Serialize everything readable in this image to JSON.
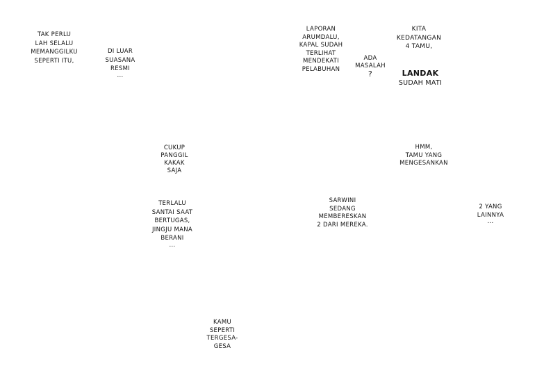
{
  "balloons": [
    {
      "id": "b1",
      "lines": [
        "TAK PERLU",
        "LAH SELALU",
        "MEMANGGILKU",
        "SEPERTI ITU,"
      ]
    },
    {
      "id": "b2",
      "lines": [
        "DI LUAR",
        "SUASANA",
        "RESMI",
        "..."
      ]
    },
    {
      "id": "b3",
      "lines": [
        "LAPORAN",
        "ARUMDALU,",
        "KAPAL SUDAH",
        "TERLIHAT",
        "MENDEKATI",
        "PELABUHAN"
      ]
    },
    {
      "id": "b4",
      "lines": [
        "ADA",
        "MASALAH",
        "?"
      ]
    },
    {
      "id": "b5",
      "lines": [
        "KITA",
        "KEDATANGAN",
        "4 TAMU,"
      ]
    },
    {
      "id": "b6",
      "lines": [
        "LANDAK",
        "SUDAH MATI"
      ]
    },
    {
      "id": "b7",
      "lines": [
        "CUKUP",
        "PANGGIL",
        "KAKAK",
        "SAJA"
      ]
    },
    {
      "id": "b8",
      "lines": [
        "TERLALU",
        "SANTAI SAAT",
        "BERTUGAS,",
        "JINGJU MANA",
        "BERANI",
        "..."
      ]
    },
    {
      "id": "b9",
      "lines": [
        "HMM,",
        "TAMU YANG",
        "MENGESANKAN"
      ]
    },
    {
      "id": "b10",
      "lines": [
        "SARWINI",
        "SEDANG",
        "MEMBERESKAN",
        "2 DARI MEREKA."
      ]
    },
    {
      "id": "b11",
      "lines": [
        "2 YANG",
        "LAINNYA",
        "..."
      ]
    },
    {
      "id": "b12",
      "lines": [
        "KAMU",
        "SEPERTI",
        "TERGESA-",
        "GESA"
      ]
    }
  ]
}
